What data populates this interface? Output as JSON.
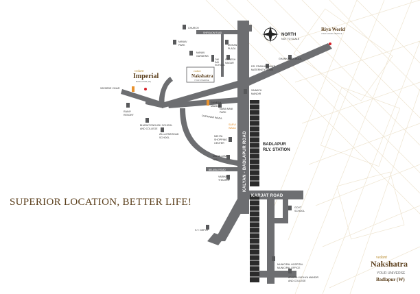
{
  "tagline": "SUPERIOR LOCATION, BETTER LIFE!",
  "north": {
    "label": "NORTH",
    "note": "NOT TO SCALE"
  },
  "roads": {
    "main": "KALYAN - BADLAPUR ROAD",
    "karjat": "KARJAT ROAD",
    "manjarli": "MANJARLI ROAD",
    "dudhnar": "DUDHNAR WADA",
    "belavali": "BELAVALI ROAD",
    "station_road": "STATION ROAD",
    "shirgaon": "SHIRGAON ROAD"
  },
  "station": {
    "line1": "BADLAPUR",
    "line2": "RLY. STATION"
  },
  "landmarks": {
    "church": "CHURCH",
    "manav_park": [
      "MANAV",
      "PARK"
    ],
    "manav_gardens": [
      "MANAV",
      "GARDENS"
    ],
    "mohan_plaza": [
      "MOHAN",
      "PLAZA"
    ],
    "om_sai_school": [
      "OM",
      "SAI",
      "SCHOOL"
    ],
    "ganesh_nagar": [
      "GANESH",
      "NAGAR"
    ],
    "pradhan_hospital": [
      "DR. PRABHADHAN'S",
      "MATERNITY HOME"
    ],
    "ghankar_school": "GHANKAR SCHOOL",
    "satarde_vihar": "SATARDE VIHAR",
    "rainy_resort": [
      "RAINY",
      "RESORT"
    ],
    "bharat_school": [
      "BHARAT ENGLISH SCHOOL",
      "AND COLLEGE"
    ],
    "zilla_school": [
      "ZILLA PARISHAD",
      "SCHOOL"
    ],
    "ganesh_mandir": [
      "GANESH",
      "MANDIR"
    ],
    "nana_nani_park": [
      "NANA NANI",
      "PARK"
    ],
    "sainath_mandir": [
      "SAINATH",
      "MANDIR"
    ],
    "sarvi_wada": [
      "SARVI",
      "WADA"
    ],
    "mehta_centre": [
      "MEHTA",
      "SHOPPING",
      "CENTER"
    ],
    "mahalaxmi_hall": [
      "MAHALAXMI",
      "HALL"
    ],
    "vaibhav_theater": [
      "VAIBHAV",
      "THEATER"
    ],
    "st_depot": "S.T. DEPOT",
    "govt_school": [
      "GOVT",
      "SCHOOL"
    ],
    "municipal_hospital": [
      "MUNICIPAL HOSPITAL",
      "MUNICIPAL OFFICE"
    ],
    "adarsh_mandir": [
      "ADARSH VIDHYA MANDIR",
      "AND COLLEGE"
    ]
  },
  "projects": {
    "imperial": {
      "brand": "vedant",
      "name": "Imperial",
      "sub": "BADLAPUR (W)"
    },
    "nakshatra_map": {
      "brand": "vedant",
      "name": "Nakshatra",
      "sub": "YOUR UNIVERSE"
    },
    "riya_world": {
      "name": "Riya World",
      "sub": "YOUR LUXURY LIFESTYLE"
    }
  },
  "brand_block": {
    "brand": "vedant",
    "name": "Nakshatra",
    "line1": "YOUR UNIVERSE",
    "line2": "Badlapur (W)"
  },
  "colors": {
    "road": "#6d6e71",
    "building": "#58595b",
    "railway": "#2b2b2b",
    "accent": "#e8922e",
    "brand": "#5a3e1b",
    "grid": "#efe6d4"
  }
}
